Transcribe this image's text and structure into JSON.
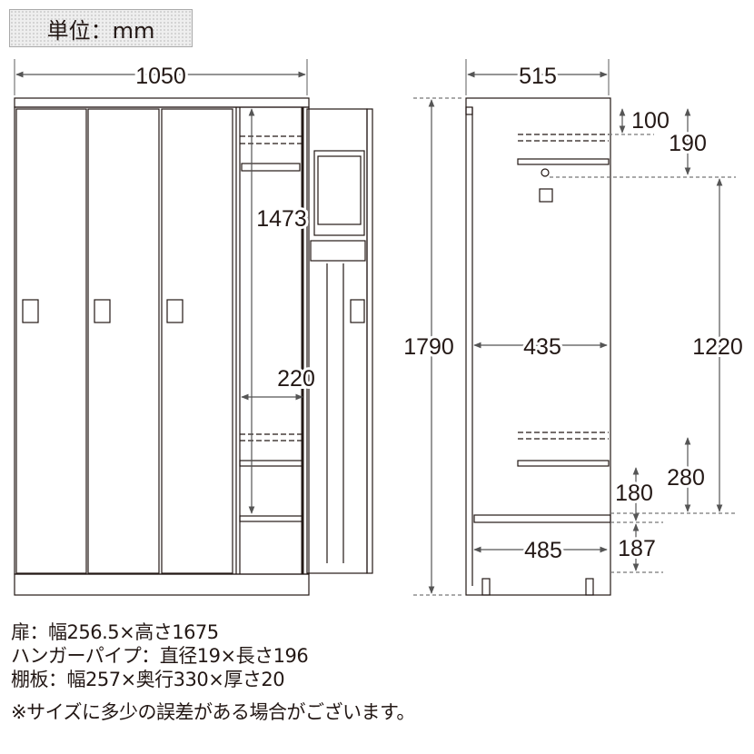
{
  "unit_label": "単位：mm",
  "dimensions": {
    "front_width": "1050",
    "inner_height": "1473",
    "inner_width": "220",
    "side_depth": "515",
    "total_height": "1790",
    "inner_depth": "435",
    "top_gap": "100",
    "shelf_gap": "190",
    "pipe_span": "1220",
    "lower_gap": "280",
    "lower_shelf": "180",
    "base_height": "187",
    "base_depth": "485"
  },
  "notes": [
    "扉：幅256.5×高さ1675",
    "ハンガーパイプ：直径19×長さ196",
    "棚板：幅257×奥行330×厚さ20"
  ],
  "disclaimer": "※サイズに多少の誤差がある場合がございます。"
}
